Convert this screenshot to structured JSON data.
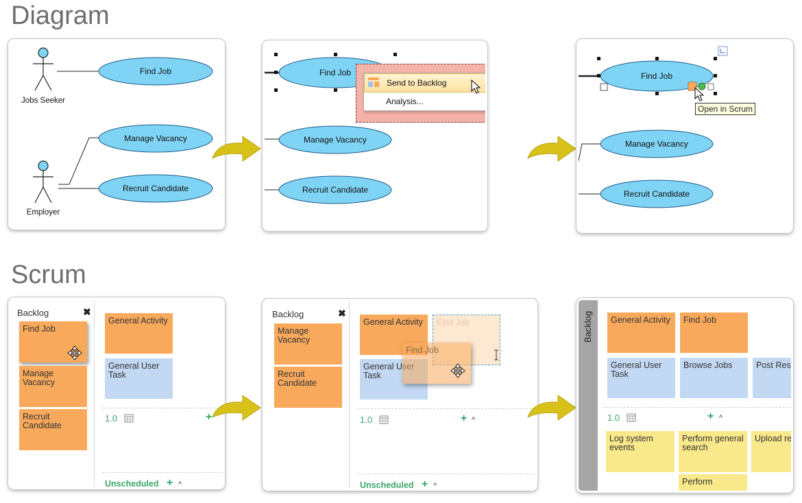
{
  "sections": {
    "diagram_title": "Diagram",
    "scrum_title": "Scrum"
  },
  "diagram": {
    "actors": {
      "jobs_seeker": "Jobs Seeker",
      "employer": "Employer"
    },
    "use_cases": {
      "find_job": "Find Job",
      "manage_vacancy": "Manage Vacancy",
      "recruit_candidate": "Recruit Candidate"
    },
    "context_menu": {
      "send_to_backlog": "Send to Backlog",
      "analysis": "Analysis..."
    },
    "tooltip": "Open in Scrum"
  },
  "scrum": {
    "backlog_label": "Backlog",
    "close_symbol": "✖",
    "panel1": {
      "backlog_items": [
        "Find Job",
        "Manage Vacancy",
        "Recruit Candidate"
      ],
      "cards": [
        "General Activity",
        "General User Task"
      ],
      "version": "1.0",
      "unscheduled": "Unscheduled"
    },
    "panel2": {
      "backlog_items": [
        "Manage Vacancy",
        "Recruit Candidate"
      ],
      "cards": [
        "General Activity",
        "General User Task"
      ],
      "ghost_card": "Find Job",
      "dragging_card": "Find Job",
      "version": "1.0",
      "unscheduled": "Unscheduled"
    },
    "panel3": {
      "row1": [
        "General Activity",
        "Find Job"
      ],
      "row2": [
        "General User Task",
        "Browse Jobs",
        "Post Res"
      ],
      "version": "1.0",
      "row3": [
        "Log system events",
        "Perform general search",
        "Upload re"
      ],
      "row4": [
        "Perform"
      ]
    }
  },
  "colors": {
    "usecase_fill": "#7fd4f5",
    "card_orange": "#f8a95c",
    "card_blue": "#c3d8f2",
    "card_yellow": "#f9e98a",
    "arrow": "#d8c21a",
    "accent_green": "#2aa564"
  }
}
